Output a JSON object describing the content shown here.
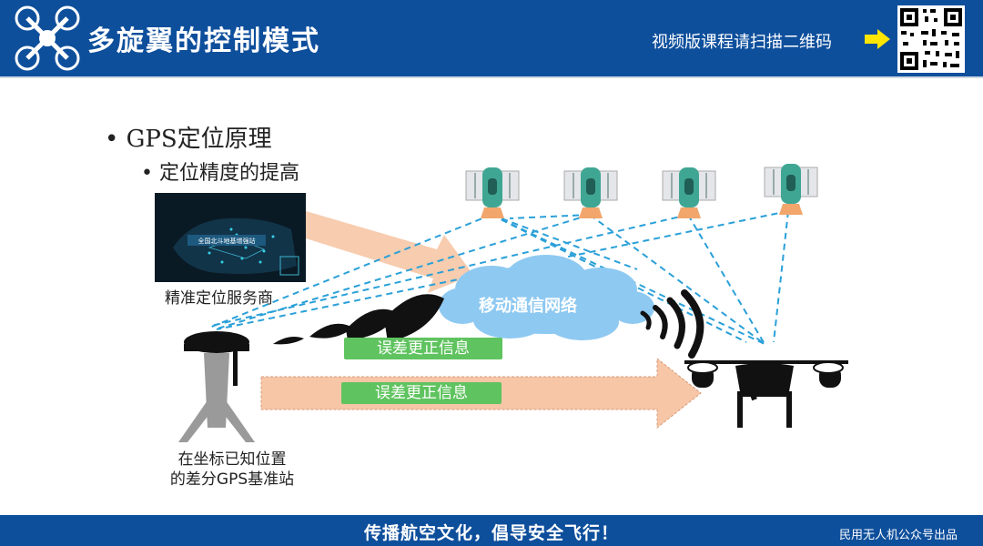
{
  "header": {
    "title": "多旋翼的控制模式",
    "note": "视频版课程请扫描二维码",
    "icons": [
      "drone-logo-icon",
      "arrow-right-icon",
      "qr-code-icon"
    ]
  },
  "content": {
    "bullet_level1": "• GPS定位原理",
    "bullet_level2": "• 定位精度的提高"
  },
  "diagram": {
    "provider_label": "精准定位服务商",
    "map_caption": "全国北斗地基增强站",
    "cloud_label": "移动通信网络",
    "correction_label_1": "误差更正信息",
    "correction_label_2": "误差更正信息",
    "station_label_line1": "在坐标已知位置",
    "station_label_line2": "的差分GPS基准站",
    "satellite_count": 4
  },
  "footer": {
    "slogan": "传播航空文化，倡导安全飞行！",
    "credit": "民用无人机公众号出品"
  },
  "colors": {
    "header_bg": "#0e4f9c",
    "arrow_fill": "#f6c6a6",
    "cloud": "#8ec9f2",
    "dash_line": "#2aa0d8",
    "label_green": "#5fc35f",
    "satellite_body": "#3fa693",
    "satellite_base": "#f2a66c"
  }
}
